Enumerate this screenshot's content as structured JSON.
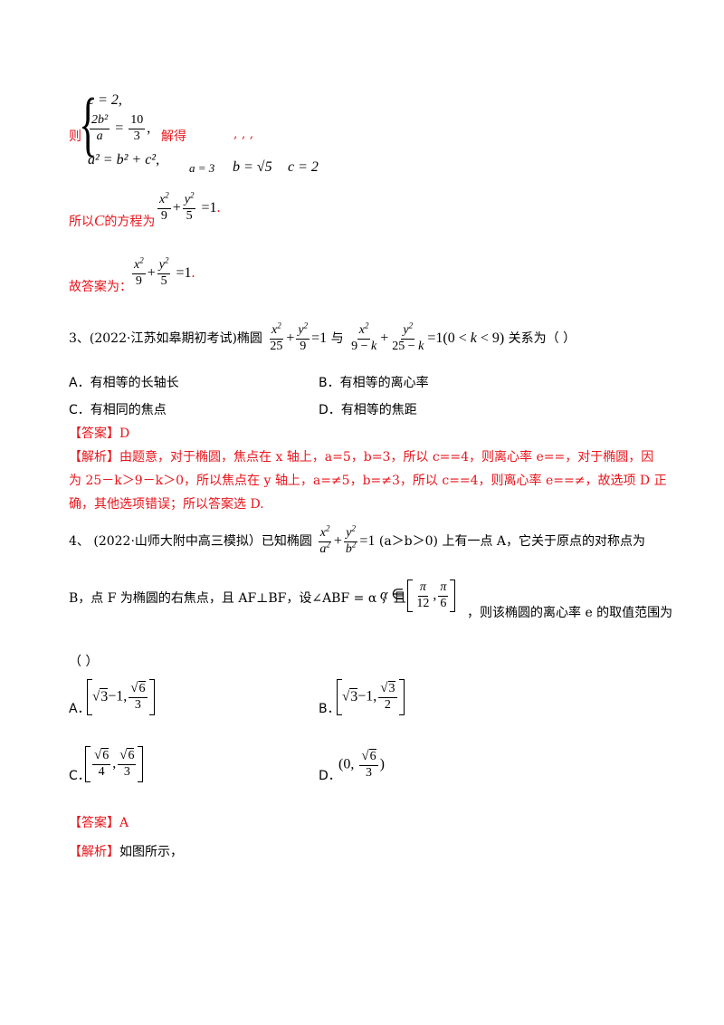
{
  "sec_top": {
    "ze": "则",
    "jiede": "解得",
    "sys1": "c = 2,",
    "sys2_frac_num": "2b²",
    "sys2_frac_den": "a",
    "sys2_rhs_num": "10",
    "sys2_rhs_den": "3",
    "sys3": "a² = b² + c²,",
    "commas": ",          ,          ,",
    "sol_a": "a = 3",
    "sol_b": "b = √5",
    "sol_c": "c = 2",
    "suoyi": "所以",
    "C": "C",
    "de_fangcheng": "的方程为",
    "guda": "故答案为："
  },
  "q3": {
    "stem_pre": "3、(2022·江苏如皋期初考试)椭圆",
    "yu": "与",
    "rel": "关系为（        ）",
    "optA": "A．有相等的长轴长",
    "optB": "B．有相等的离心率",
    "optC": "C．有相同的焦点",
    "optD": "D．有相等的焦距",
    "answer_label": "【答案】",
    "answer": "D",
    "analysis_label": "【解析】",
    "analysis1": "由题意，对于椭圆，焦点在 x 轴上，a=5，b=3，所以 c==4，则离心率 e==，对于椭圆，因",
    "analysis2": "为 25－k＞9－k＞0，所以焦点在 y 轴上，a=≠5，b=≠3，所以 c==4，则离心率 e==≠，故选项 D 正",
    "analysis3": "确，其他选项错误；所以答案选 D."
  },
  "q4": {
    "stem_pre": "4、  (2022·山师大附中高三模拟）已知椭圆",
    "stem_cond": "(a＞b＞0) 上有一点 A，它关于原点的对称点为",
    "line2_pre": "B，点 F 为椭圆的右焦点，且 AF⊥BF，设∠ABF = α ，且",
    "line2_post": "，则该椭圆的离心率 e 的取值范围为",
    "paren": "（        ）",
    "optA": "A．",
    "optB": "B．",
    "optC": "C．",
    "optD": "D．",
    "answer_label": "【答案】",
    "answer": "A",
    "analysis_label": "【解析】",
    "analysis": "如图所示，"
  }
}
